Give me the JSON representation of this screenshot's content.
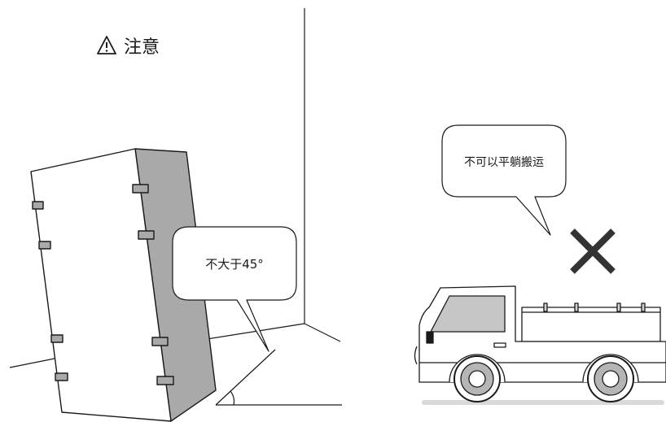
{
  "caution": {
    "icon": "warning-triangle-icon",
    "text": "注意"
  },
  "bubble_angle": {
    "text": "不大于45°"
  },
  "bubble_truck": {
    "text": "不可以平躺搬运"
  },
  "prohibited_mark": {
    "icon": "cross-x-icon",
    "color": "#333333"
  },
  "colors": {
    "cabinet_side": "#a9a9a9",
    "truck_window": "#c6c6c6",
    "ground": "#d9d9d9",
    "line": "#1a1a1a"
  }
}
